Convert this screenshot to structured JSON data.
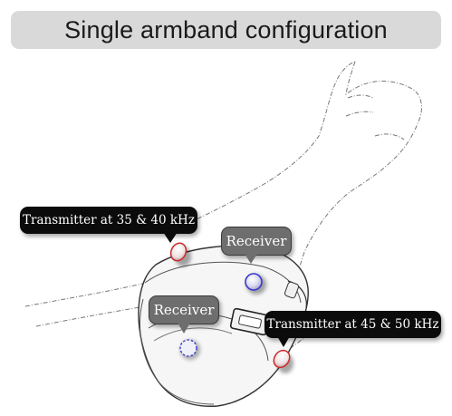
{
  "title": "Single armband configuration",
  "labels": {
    "tx_upper": "Transmitter at 35 & 40 kHz",
    "tx_lower": "Transmitter at 45 & 50 kHz",
    "rx_top": "Receiver",
    "rx_bottom": "Receiver"
  },
  "colors": {
    "transmitter": "#cc2a2a",
    "receiver": "#3a3acc",
    "callout_dark": "#0b0b0b",
    "callout_gray": "#6e6e6e"
  }
}
